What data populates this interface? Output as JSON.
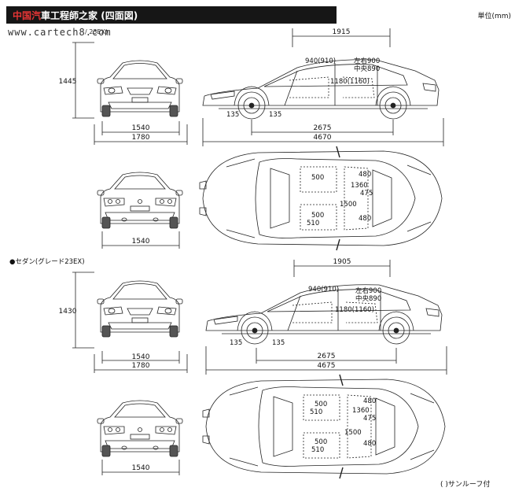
{
  "header": {
    "title_brand": "中国汽",
    "title_rest": "車工程師之家",
    "title_view": "(四面図)",
    "unit": "単位(mm)"
  },
  "watermark": "www.cartech8.com",
  "section1": {
    "subtitle": "/ 23EX)",
    "front": {
      "height": "1445",
      "track": "1540",
      "width": "1780"
    },
    "side": {
      "cabin_length": "1915",
      "headroom_front": "940(910)",
      "headroom_rear_lr": "左右900",
      "headroom_rear_center": "中央890",
      "seat_height": "1180(1160)",
      "front_overhang": "135",
      "rear_overhang": "135",
      "wheelbase": "2675",
      "length": "4670"
    },
    "rear": {
      "track": "1540"
    },
    "top": {
      "dim_500a": "500",
      "dim_480a": "480",
      "dim_1360": "1360",
      "dim_475": "475",
      "dim_1500": "1500",
      "dim_500b": "500",
      "dim_510": "510",
      "dim_480b": "480"
    }
  },
  "section2": {
    "label": "●セダン(グレード23EX)",
    "front": {
      "height": "1430",
      "track": "1540",
      "width": "1780"
    },
    "side": {
      "cabin_length": "1905",
      "headroom_front": "940(910)",
      "headroom_rear_lr": "左右900",
      "headroom_rear_center": "中央890",
      "seat_height": "1180(1160)",
      "front_overhang": "135",
      "rear_overhang": "135",
      "wheelbase": "2675",
      "length": "4675"
    },
    "rear": {
      "track": "1540"
    },
    "top": {
      "dim_500a": "500",
      "dim_480a": "480",
      "dim_510a": "510",
      "dim_1360": "1360",
      "dim_475": "475",
      "dim_1500": "1500",
      "dim_500b": "500",
      "dim_510b": "510",
      "dim_480b": "480"
    }
  },
  "footnote": "( )サンルーフ付"
}
